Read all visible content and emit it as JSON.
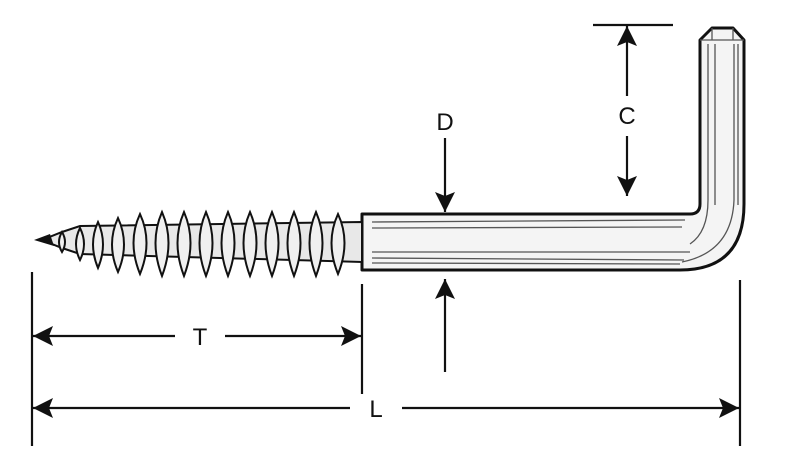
{
  "labels": {
    "thread_length": "T",
    "overall_length": "L",
    "diameter": "D",
    "hook_length": "C"
  },
  "colors": {
    "ink": "#111111",
    "shank_fill": "#f4f4f4",
    "background": "#ffffff"
  }
}
